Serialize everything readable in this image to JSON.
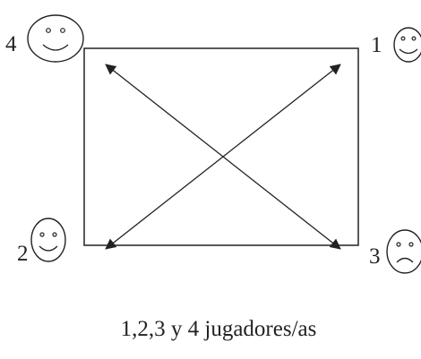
{
  "diagram": {
    "caption": "1,2,3 y 4 jugadores/as",
    "players": [
      {
        "number": "4",
        "face": "happy"
      },
      {
        "number": "1",
        "face": "happy"
      },
      {
        "number": "2",
        "face": "happy"
      },
      {
        "number": "3",
        "face": "sad"
      }
    ],
    "colors": {
      "stroke": "#222222",
      "background": "#ffffff"
    }
  }
}
